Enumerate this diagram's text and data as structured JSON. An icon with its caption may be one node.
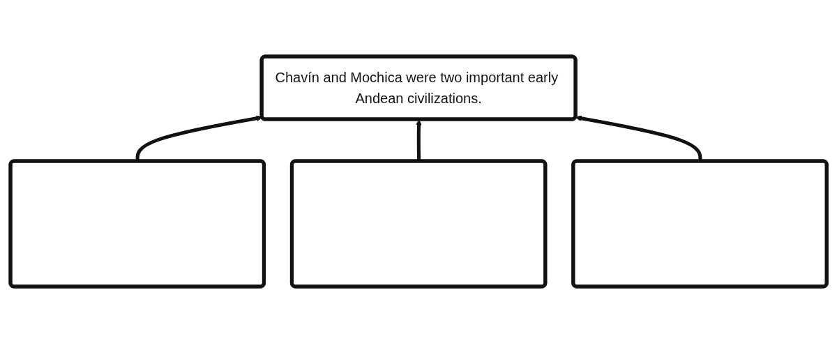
{
  "diagram": {
    "nodes": [
      {
        "text": [
          "Chavín and Mochica were two important early Andean civilizations."
        ]
      },
      {
        "text": [],
        "shape": "box"
      },
      {
        "text": [],
        "shape": "box"
      },
      {
        "text": [],
        "shape": "box"
      }
    ],
    "edges": [
      {
        "from": 1,
        "to": 0,
        "arrow": "to"
      },
      {
        "from": 2,
        "to": 0,
        "arrow": "to"
      },
      {
        "from": 3,
        "to": 0,
        "arrow": "to"
      }
    ]
  }
}
